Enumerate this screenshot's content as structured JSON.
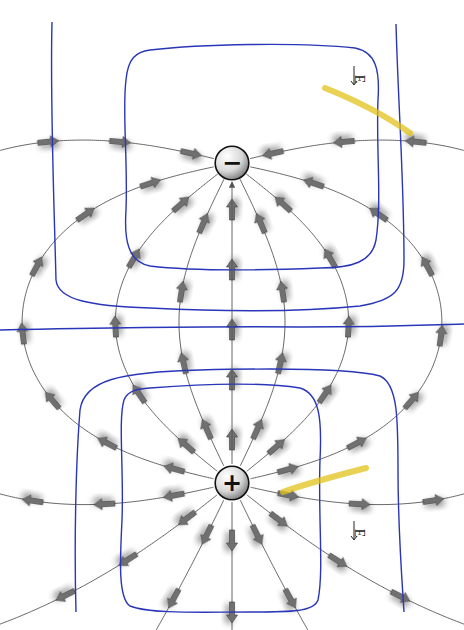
{
  "diagram": {
    "nodes": [
      {
        "text": [
          "−"
        ]
      },
      {
        "text": [
          "+"
        ]
      }
    ],
    "edges": [
      {
        "from": 1,
        "to": 0,
        "arrow": "to"
      }
    ],
    "labels": [
      "E",
      "E"
    ]
  }
}
